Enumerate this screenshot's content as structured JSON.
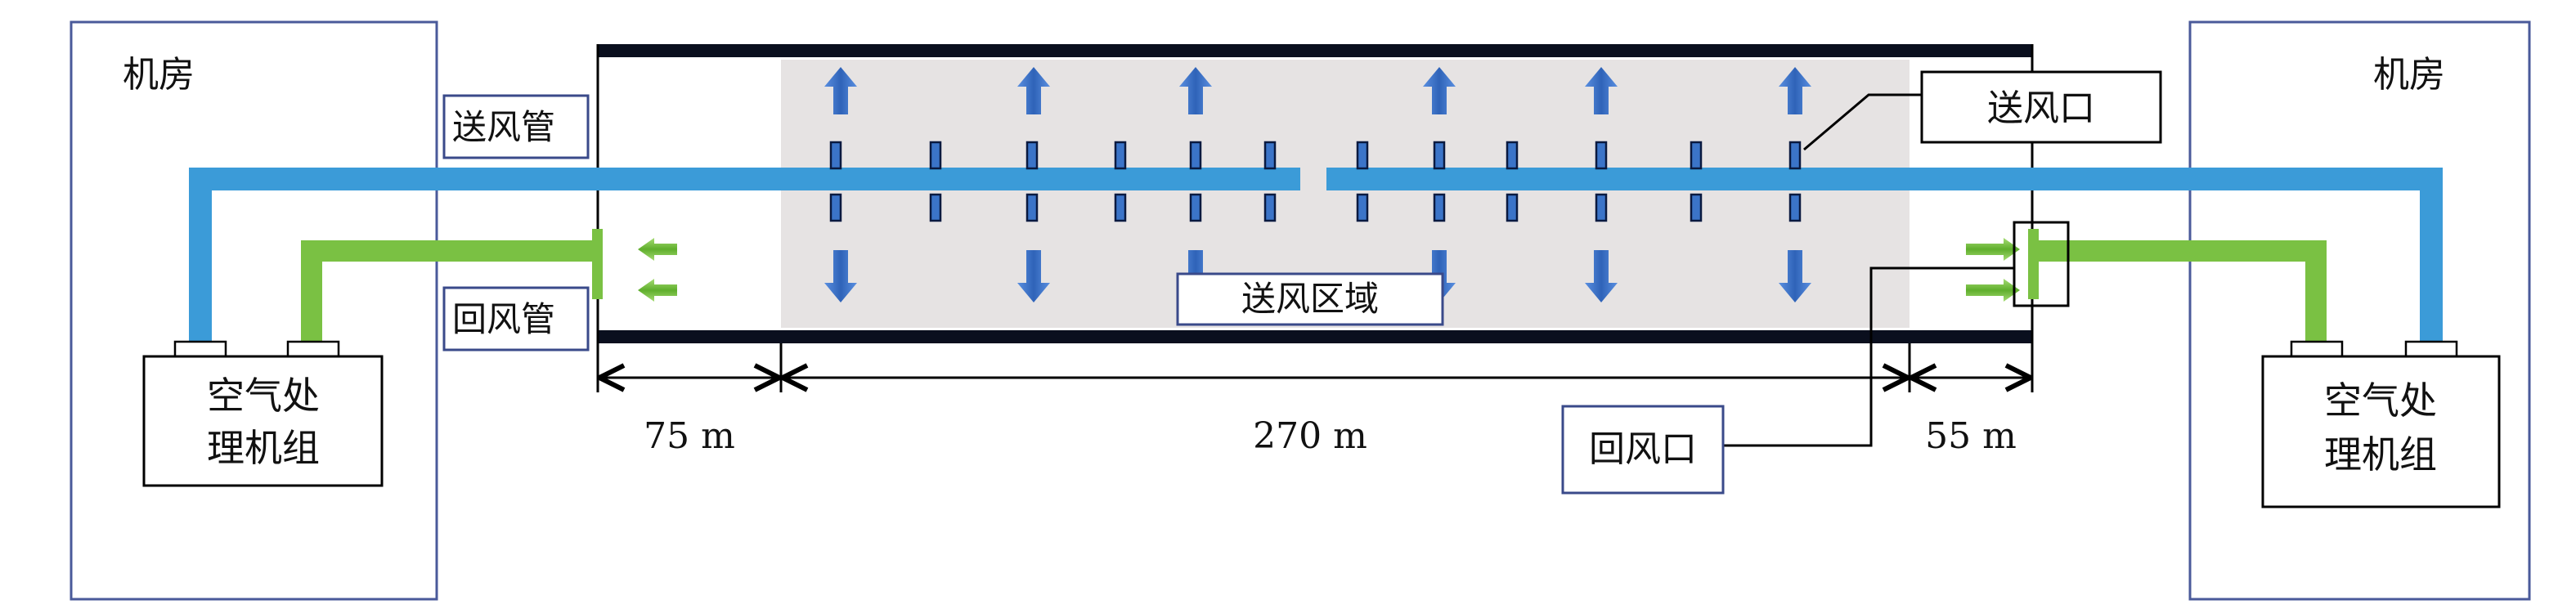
{
  "labels": {
    "machine_room_left": "机房",
    "machine_room_right": "机房",
    "supply_duct": "送风管",
    "return_duct": "回风管",
    "supply_outlet": "送风口",
    "return_inlet": "回风口",
    "supply_zone": "送风区域",
    "ahu_left_line1": "空气处",
    "ahu_left_line2": "理机组",
    "ahu_right_line1": "空气处",
    "ahu_right_line2": "理机组"
  },
  "dimensions": {
    "left": "75 m",
    "middle": "270 m",
    "right": "55 m"
  },
  "colors": {
    "supply_duct": "#3b9bd8",
    "return_duct": "#7ac143",
    "supply_zone": "#e6e3e3",
    "room_border": "#4a5a9a",
    "label_border": "#3a4a8a",
    "arrow_blue": "#3b74c8",
    "arrow_green": "#7ac143",
    "tunnel_wall": "#0a0f1e"
  }
}
